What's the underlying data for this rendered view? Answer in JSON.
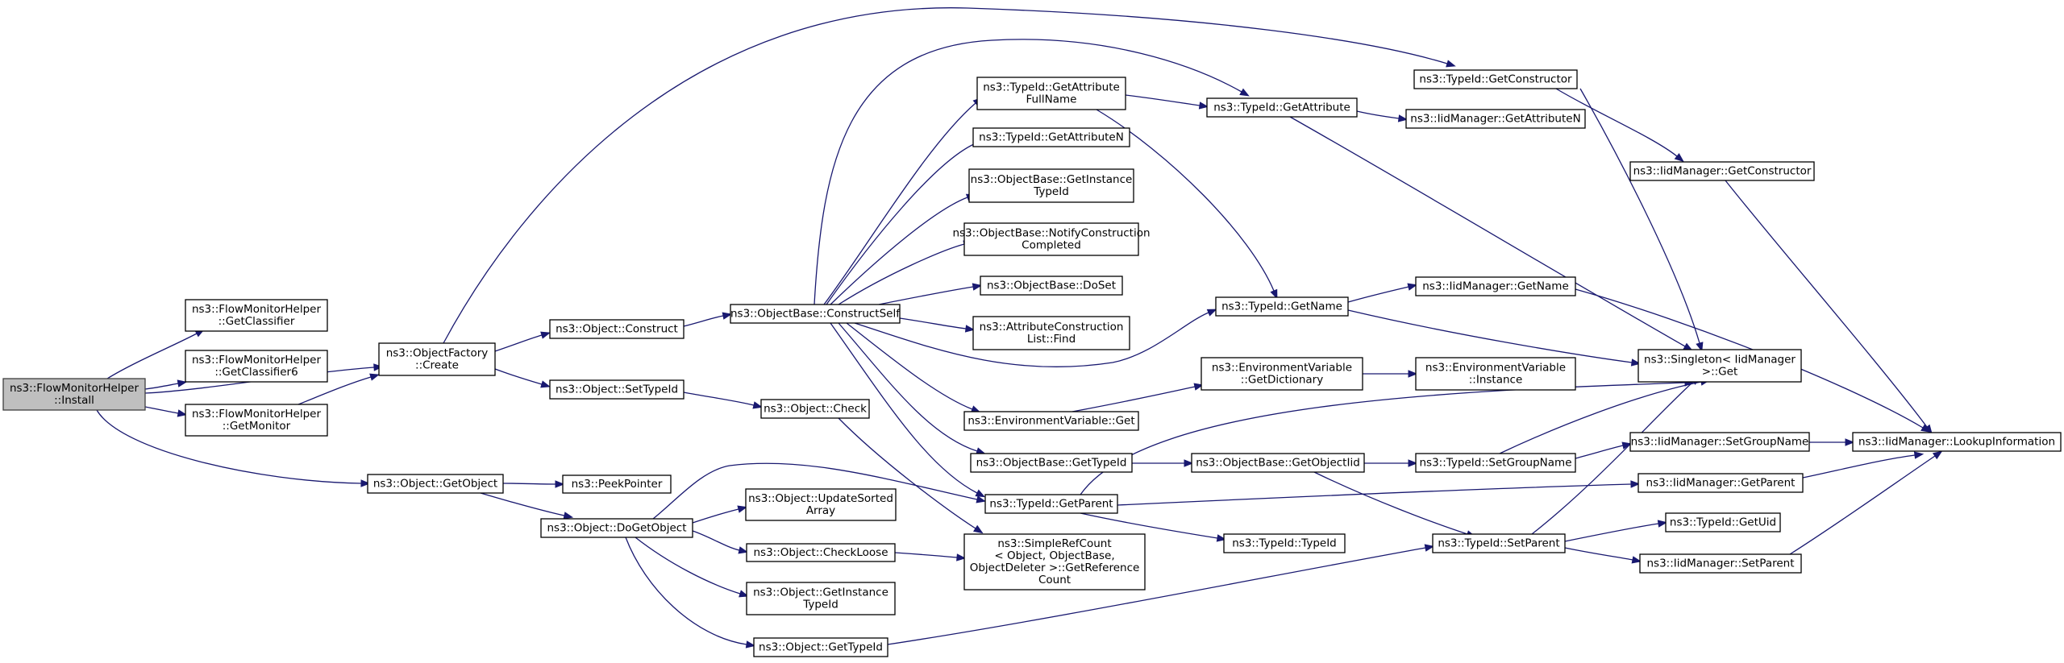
{
  "graph": {
    "type": "call-graph",
    "edge_color": "#191970",
    "root_fill": "#bfbfbf",
    "nodes": [
      {
        "id": "install",
        "lines": [
          "ns3::FlowMonitorHelper",
          "::Install"
        ],
        "root": true
      },
      {
        "id": "getclassifier",
        "lines": [
          "ns3::FlowMonitorHelper",
          "::GetClassifier"
        ]
      },
      {
        "id": "getclassifier6",
        "lines": [
          "ns3::FlowMonitorHelper",
          "::GetClassifier6"
        ]
      },
      {
        "id": "getmonitor",
        "lines": [
          "ns3::FlowMonitorHelper",
          "::GetMonitor"
        ]
      },
      {
        "id": "factorycreate",
        "lines": [
          "ns3::ObjectFactory",
          "::Create"
        ]
      },
      {
        "id": "getobject",
        "lines": [
          "ns3::Object::GetObject"
        ]
      },
      {
        "id": "construct",
        "lines": [
          "ns3::Object::Construct"
        ]
      },
      {
        "id": "settypeid",
        "lines": [
          "ns3::Object::SetTypeId"
        ]
      },
      {
        "id": "peekpointer",
        "lines": [
          "ns3::PeekPointer"
        ]
      },
      {
        "id": "dogetobject",
        "lines": [
          "ns3::Object::DoGetObject"
        ]
      },
      {
        "id": "constructself",
        "lines": [
          "ns3::ObjectBase::ConstructSelf"
        ]
      },
      {
        "id": "check",
        "lines": [
          "ns3::Object::Check"
        ]
      },
      {
        "id": "updatesorted",
        "lines": [
          "ns3::Object::UpdateSorted",
          "Array"
        ]
      },
      {
        "id": "checkloose",
        "lines": [
          "ns3::Object::CheckLoose"
        ]
      },
      {
        "id": "objgetinstance",
        "lines": [
          "ns3::Object::GetInstance",
          "TypeId"
        ]
      },
      {
        "id": "objgettypeid",
        "lines": [
          "ns3::Object::GetTypeId"
        ]
      },
      {
        "id": "getattrfullname",
        "lines": [
          "ns3::TypeId::GetAttribute",
          "FullName"
        ]
      },
      {
        "id": "getattributen",
        "lines": [
          "ns3::TypeId::GetAttributeN"
        ]
      },
      {
        "id": "obgetinstance",
        "lines": [
          "ns3::ObjectBase::GetInstance",
          "TypeId"
        ]
      },
      {
        "id": "notifyconstruction",
        "lines": [
          "ns3::ObjectBase::NotifyConstruction",
          "Completed"
        ]
      },
      {
        "id": "doset",
        "lines": [
          "ns3::ObjectBase::DoSet"
        ]
      },
      {
        "id": "attrconstructionfind",
        "lines": [
          "ns3::AttributeConstruction",
          "List::Find"
        ]
      },
      {
        "id": "envget",
        "lines": [
          "ns3::EnvironmentVariable::Get"
        ]
      },
      {
        "id": "obgettypeid",
        "lines": [
          "ns3::ObjectBase::GetTypeId"
        ]
      },
      {
        "id": "getparent",
        "lines": [
          "ns3::TypeId::GetParent"
        ]
      },
      {
        "id": "simplerefcount",
        "lines": [
          "ns3::SimpleRefCount",
          "< Object, ObjectBase,",
          "ObjectDeleter >::GetReference",
          "Count"
        ]
      },
      {
        "id": "tidtypeid",
        "lines": [
          "ns3::TypeId::TypeId"
        ]
      },
      {
        "id": "getattribute",
        "lines": [
          "ns3::TypeId::GetAttribute"
        ]
      },
      {
        "id": "getname",
        "lines": [
          "ns3::TypeId::GetName"
        ]
      },
      {
        "id": "envgetdictionary",
        "lines": [
          "ns3::EnvironmentVariable",
          "::GetDictionary"
        ]
      },
      {
        "id": "getobjectiid",
        "lines": [
          "ns3::ObjectBase::GetObjectIid"
        ]
      },
      {
        "id": "setparent",
        "lines": [
          "ns3::TypeId::SetParent"
        ]
      },
      {
        "id": "getconstructor",
        "lines": [
          "ns3::TypeId::GetConstructor"
        ]
      },
      {
        "id": "iidgetattributen",
        "lines": [
          "ns3::IidManager::GetAttributeN"
        ]
      },
      {
        "id": "iidgetname",
        "lines": [
          "ns3::IidManager::GetName"
        ]
      },
      {
        "id": "envinstance",
        "lines": [
          "ns3::EnvironmentVariable",
          "::Instance"
        ]
      },
      {
        "id": "setgroupname",
        "lines": [
          "ns3::TypeId::SetGroupName"
        ]
      },
      {
        "id": "iidgetconstructor",
        "lines": [
          "ns3::IidManager::GetConstructor"
        ]
      },
      {
        "id": "singletonget",
        "lines": [
          "ns3::Singleton< IidManager",
          " >::Get"
        ]
      },
      {
        "id": "iidsetgroupname",
        "lines": [
          "ns3::IidManager::SetGroupName"
        ]
      },
      {
        "id": "iidgetparent",
        "lines": [
          "ns3::IidManager::GetParent"
        ]
      },
      {
        "id": "getuid",
        "lines": [
          "ns3::TypeId::GetUid"
        ]
      },
      {
        "id": "iidsetparent",
        "lines": [
          "ns3::IidManager::SetParent"
        ]
      },
      {
        "id": "lookupinfo",
        "lines": [
          "ns3::IidManager::LookupInformation"
        ]
      }
    ]
  }
}
